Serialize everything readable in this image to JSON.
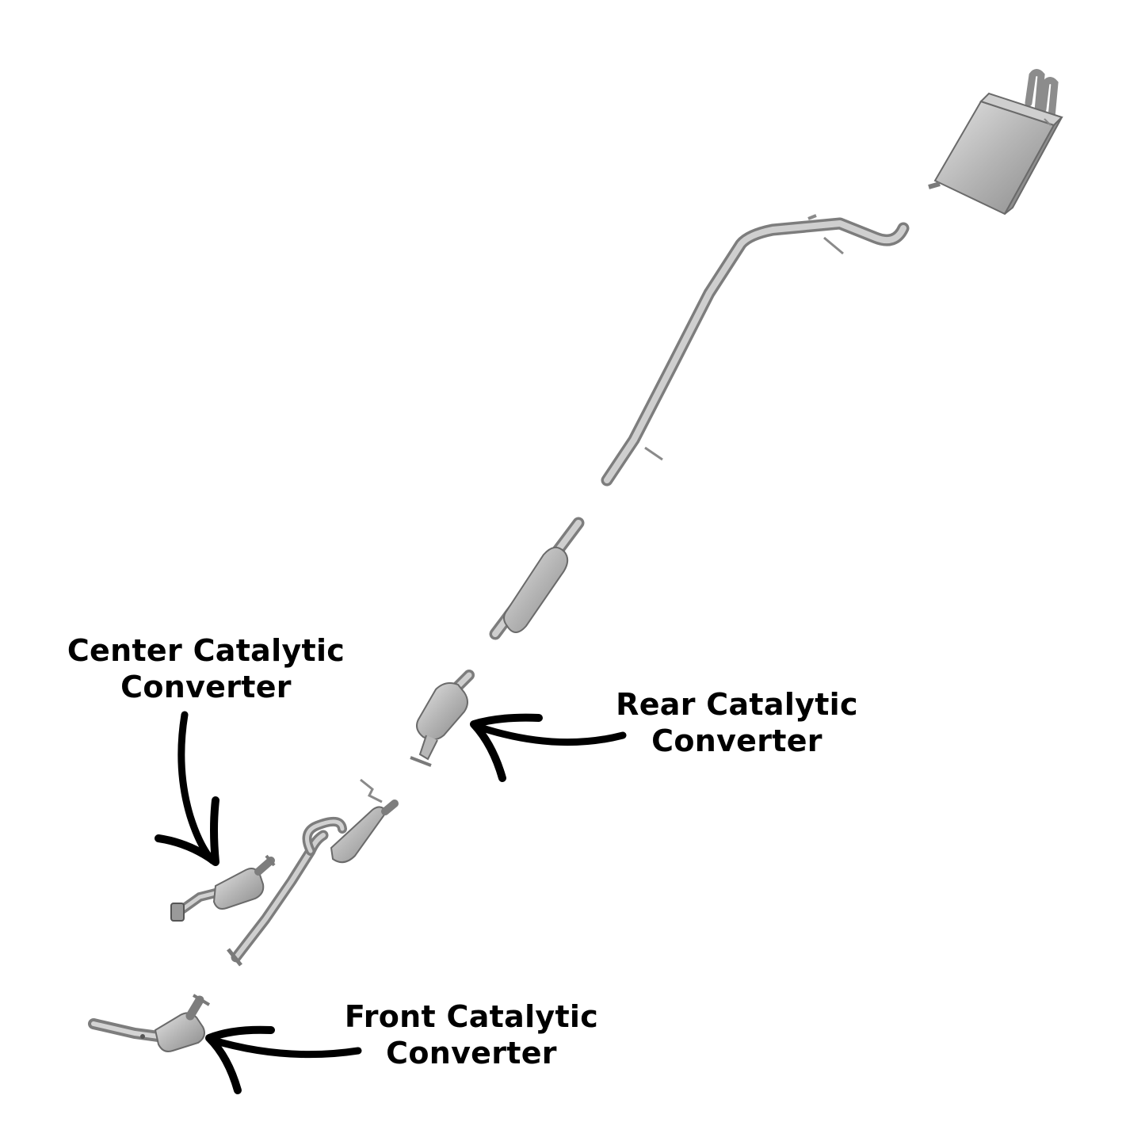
{
  "labels": {
    "center": {
      "line1": "Center Catalytic",
      "line2": "Converter"
    },
    "rear": {
      "line1": "Rear Catalytic",
      "line2": "Converter"
    },
    "front": {
      "line1": "Front Catalytic",
      "line2": "Converter"
    }
  },
  "colors": {
    "metal_light": "#d6d6d6",
    "metal_mid": "#a9a9a9",
    "metal_dark": "#7a7a7a",
    "outline": "#6a6a6a",
    "arrow": "#000000",
    "text": "#000000"
  },
  "parts": [
    "muffler",
    "tailpipe",
    "resonator",
    "rear-catalytic-converter",
    "y-pipe",
    "center-catalytic-converter",
    "front-catalytic-converter"
  ]
}
